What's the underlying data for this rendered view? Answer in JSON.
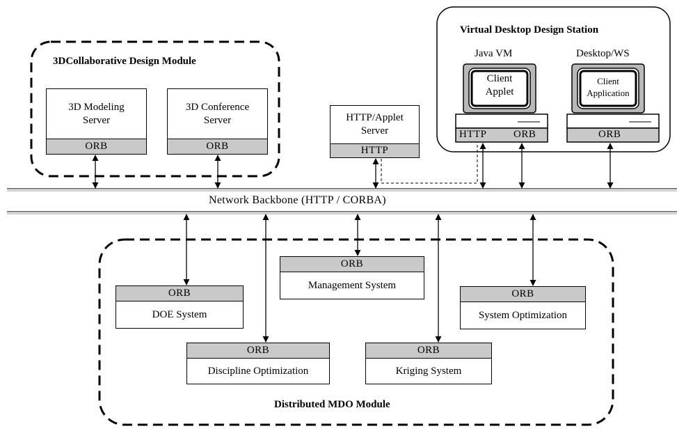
{
  "collab_module": {
    "title": "3DCollaborative Design Module",
    "modeling_server": {
      "line1": "3D Modeling",
      "line2": "Server",
      "band": "ORB"
    },
    "conference_server": {
      "line1": "3D Conference",
      "line2": "Server",
      "band": "ORB"
    }
  },
  "http_server": {
    "line1": "HTTP/Applet",
    "line2": "Server",
    "band": "HTTP"
  },
  "station": {
    "title": "Virtual Desktop Design Station",
    "java_vm": {
      "label": "Java VM",
      "screen_line1": "Client",
      "screen_line2": "Applet",
      "band_http": "HTTP",
      "band_orb": "ORB"
    },
    "desktop": {
      "label": "Desktop/WS",
      "screen_line1": "Client",
      "screen_line2": "Application",
      "band": "ORB"
    }
  },
  "backbone": {
    "label": "Network Backbone (HTTP / CORBA)"
  },
  "mdo_module": {
    "title": "Distributed MDO Module",
    "doe": {
      "band": "ORB",
      "label": "DOE System"
    },
    "management": {
      "band": "ORB",
      "label": "Management System"
    },
    "system_opt": {
      "band": "ORB",
      "label": "System Optimization"
    },
    "discipline_opt": {
      "band": "ORB",
      "label": "Discipline Optimization"
    },
    "kriging": {
      "band": "ORB",
      "label": "Kriging System"
    }
  }
}
